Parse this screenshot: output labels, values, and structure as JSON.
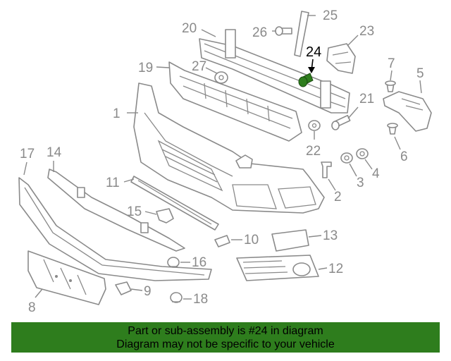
{
  "diagram": {
    "callouts": {
      "p1": "1",
      "p2": "2",
      "p3": "3",
      "p4": "4",
      "p5": "5",
      "p6": "6",
      "p7": "7",
      "p8": "8",
      "p9": "9",
      "p10": "10",
      "p11": "11",
      "p12": "12",
      "p13": "13",
      "p14": "14",
      "p15": "15",
      "p16": "16",
      "p17": "17",
      "p18": "18",
      "p19": "19",
      "p20": "20",
      "p21": "21",
      "p22": "22",
      "p23": "23",
      "p24": "24",
      "p25": "25",
      "p26": "26",
      "p27": "27"
    },
    "highlight_part": "24",
    "colors": {
      "line": "#8a8a8a",
      "highlight": "#2e7d1d",
      "banner": "#2e7d1d"
    }
  },
  "banner": {
    "line1": "Part or sub-assembly is #24 in diagram",
    "line2": "Diagram may not be specific to your vehicle"
  }
}
